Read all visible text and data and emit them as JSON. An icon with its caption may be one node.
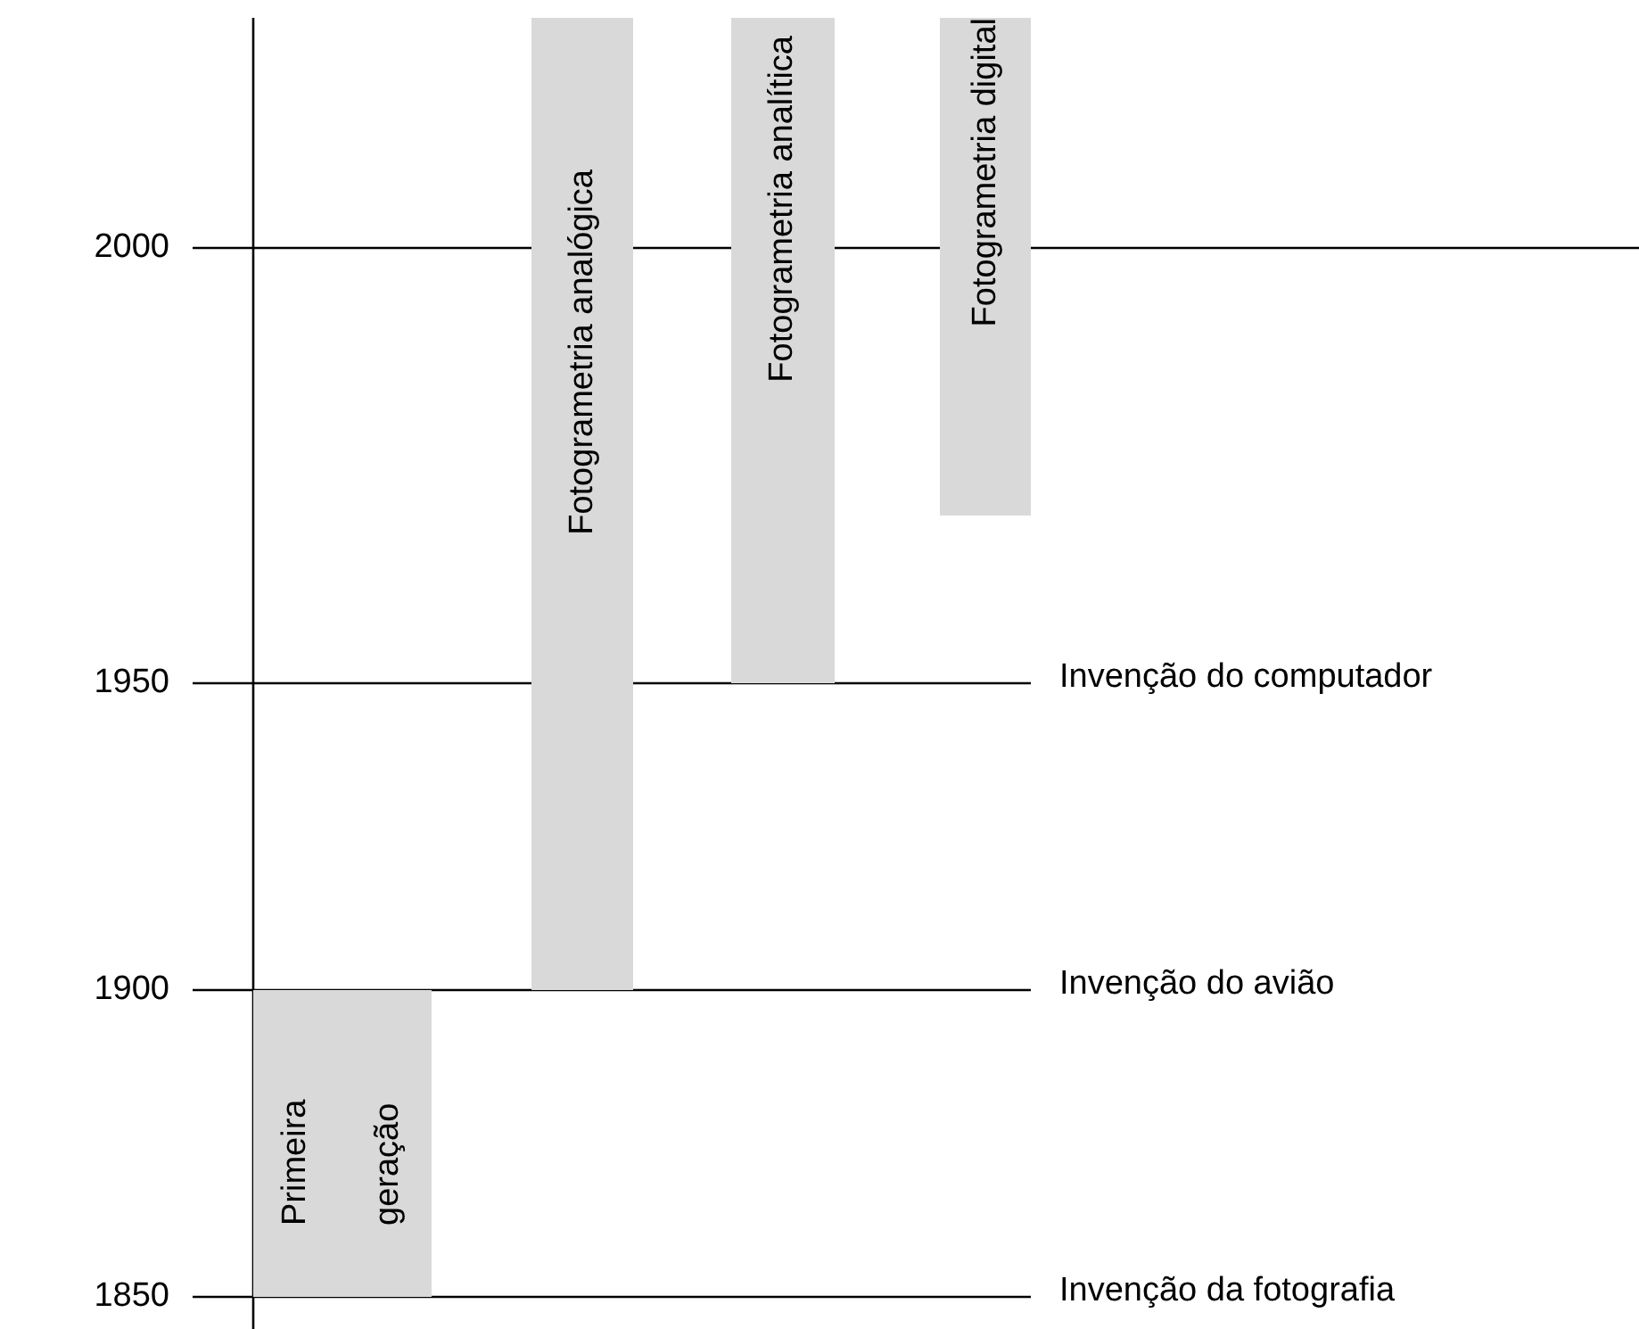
{
  "diagram": {
    "nodes": [
      {
        "text": [
          "Fotogrametria analógica"
        ]
      },
      {
        "text": [
          "Fotogrametria analítica"
        ]
      },
      {
        "text": [
          "Fotogrametria digital"
        ]
      },
      {
        "text": [
          "Primeira geração"
        ]
      }
    ],
    "edges": [],
    "labels": [
      "2000",
      "1950",
      "Invenção do computador",
      "1900",
      "Invenção do avião",
      "1850",
      "Invenção da fotografia"
    ]
  }
}
